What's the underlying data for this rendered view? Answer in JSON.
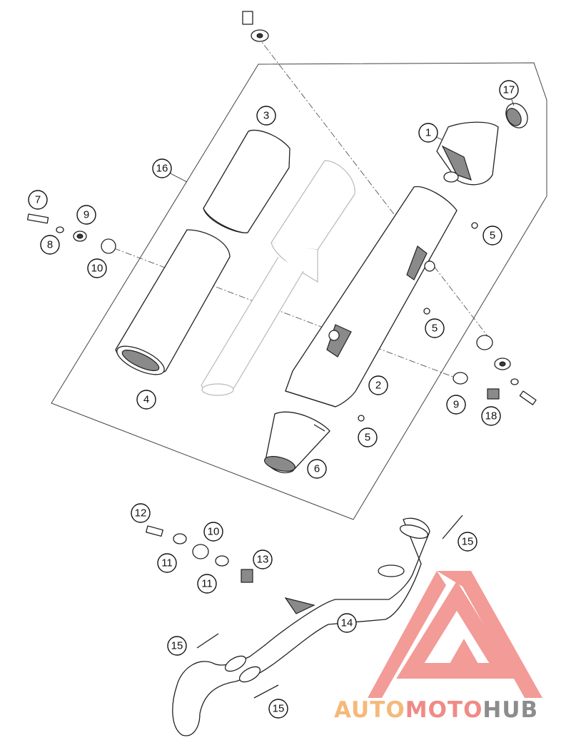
{
  "callouts": {
    "c1": "1",
    "c2": "2",
    "c3": "3",
    "c4": "4",
    "c5a": "5",
    "c5b": "5",
    "c5c": "5",
    "c6": "6",
    "c7": "7",
    "c8": "8",
    "c9a": "9",
    "c9b": "9",
    "c10a": "10",
    "c10b": "10",
    "c11a": "11",
    "c11b": "11",
    "c12": "12",
    "c13": "13",
    "c14": "14",
    "c15a": "15",
    "c15b": "15",
    "c15c": "15",
    "c16": "16",
    "c17": "17",
    "c18": "18"
  },
  "watermark": {
    "part1": "AUTO",
    "part2": "MOTO",
    "part3": "HUB"
  },
  "colors": {
    "watermark_orange": "#f5b97a",
    "watermark_red": "#f08a85",
    "watermark_gray": "#8c8c8c",
    "line": "#222222"
  }
}
